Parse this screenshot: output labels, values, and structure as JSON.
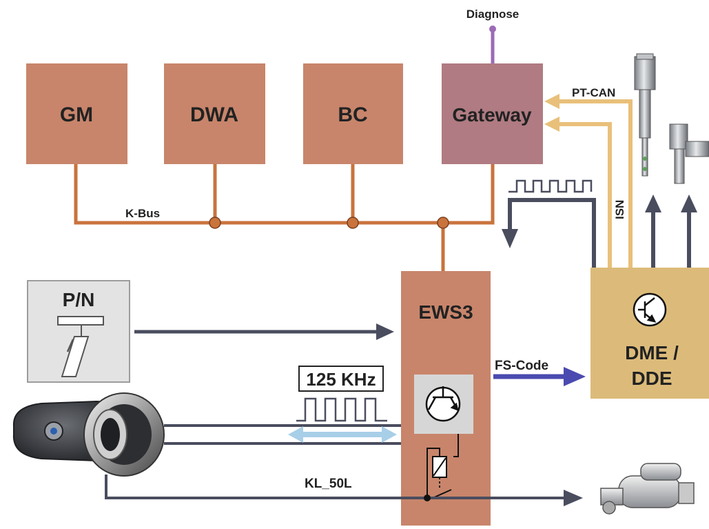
{
  "labels": {
    "diagnose": "Diagnose",
    "gm": "GM",
    "dwa": "DWA",
    "bc": "BC",
    "gateway": "Gateway",
    "pt_can": "PT-CAN",
    "k_bus": "K-Bus",
    "isn": "ISN",
    "ews3": "EWS3",
    "pn": "P/N",
    "khz": "125 KHz",
    "fs_code": "FS-Code",
    "dme_line1": "DME /",
    "dme_line2": "DDE",
    "kl50l": "KL_50L"
  },
  "colors": {
    "module_fill": "#c8856b",
    "gateway_fill": "#b07b82",
    "dme_fill": "#dcbb7a",
    "bus_line": "#c9733d",
    "can_line": "#e9c07a",
    "signal_dark": "#4a4d5e",
    "fs_code_arrow": "#4a4ab0",
    "antenna_line": "#a8cfe8",
    "diagnose_stub": "#9b6bb5"
  }
}
